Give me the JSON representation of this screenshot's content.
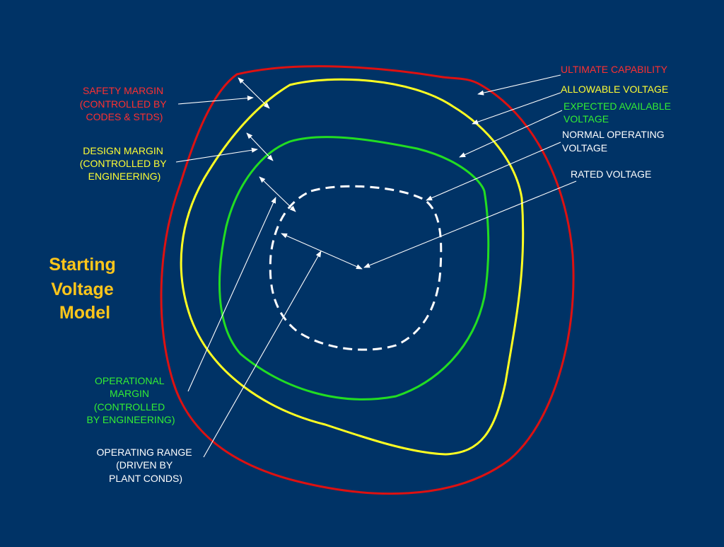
{
  "title": [
    "Starting",
    "Voltage",
    "Model"
  ],
  "labels": {
    "ultimate_capability": "ULTIMATE CAPABILITY",
    "allowable_voltage": "ALLOWABLE VOLTAGE",
    "expected_available_voltage": [
      "EXPECTED AVAILABLE",
      "VOLTAGE"
    ],
    "normal_operating_voltage": [
      "NORMAL OPERATING",
      "VOLTAGE"
    ],
    "rated_voltage": "RATED VOLTAGE",
    "safety_margin": [
      "SAFETY MARGIN",
      "(CONTROLLED BY",
      "CODES & STDS)"
    ],
    "design_margin": [
      "DESIGN MARGIN",
      "(CONTROLLED BY",
      "ENGINEERING)"
    ],
    "operational_margin": [
      "OPERATIONAL",
      "MARGIN",
      "(CONTROLLED",
      "BY ENGINEERING)"
    ],
    "operating_range": [
      "OPERATING RANGE",
      "(DRIVEN BY",
      "PLANT CONDS)"
    ]
  },
  "colors": {
    "background": "#003366",
    "ultimate": "#dd1111",
    "allowable": "#ffff22",
    "expected": "#22dd22",
    "normal": "#ffffff",
    "title": "#ffc61a"
  }
}
